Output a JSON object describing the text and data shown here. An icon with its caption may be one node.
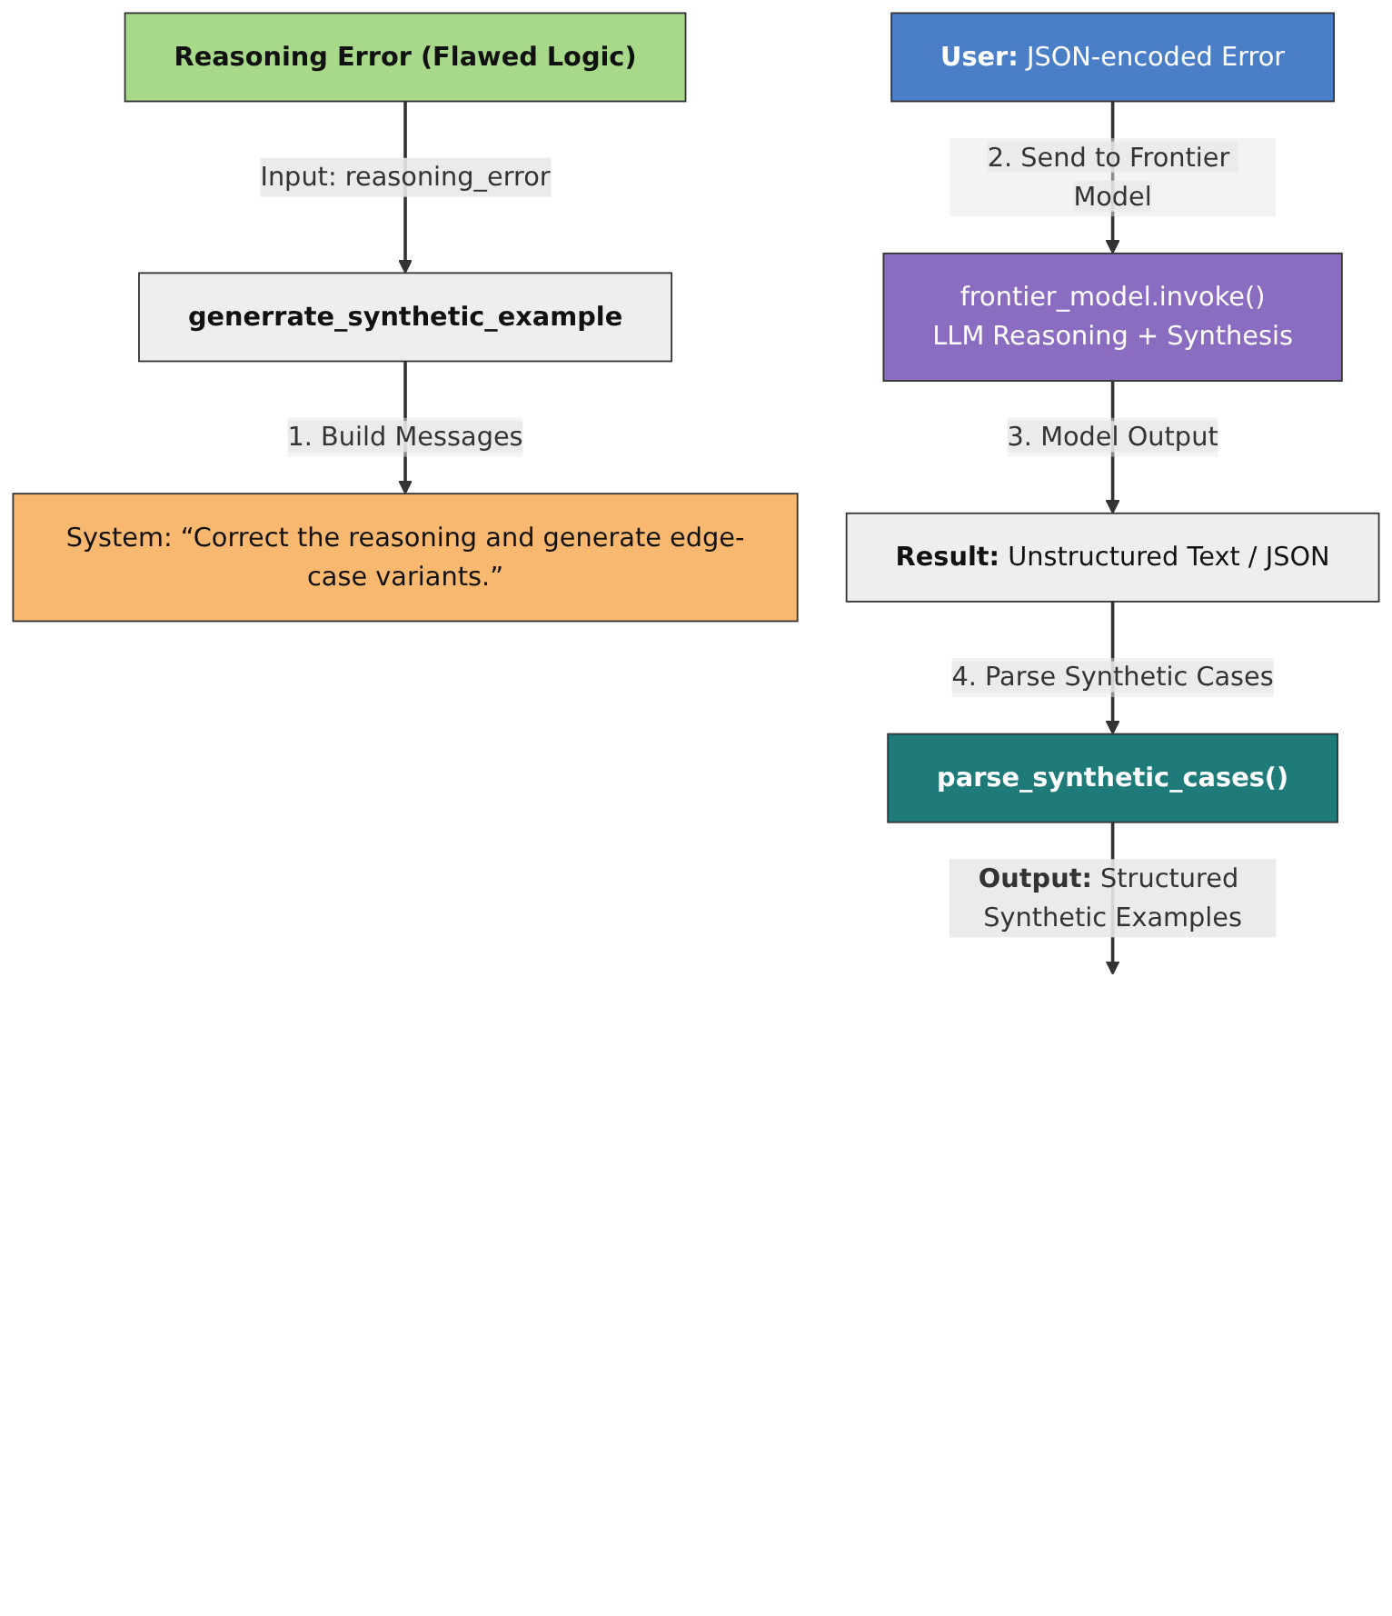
{
  "diagram": {
    "nodes": [
      {
        "text": [
          "Reasoning Error (Flawed Logic)"
        ]
      },
      {
        "text": [
          "generrate_synthetic_example"
        ]
      },
      {
        "text": [
          "System: “Correct the reasoning and generate edge-case variants.”"
        ]
      },
      {
        "text": [
          "**User:** JSON-encoded Error"
        ]
      },
      {
        "text": [
          "frontier_model.invoke()",
          "LLM Reasoning + Synthesis"
        ]
      },
      {
        "text": [
          "**Result:** Unstructured Text / JSON"
        ]
      },
      {
        "text": [
          "parse_synthetic_cases()"
        ]
      }
    ],
    "edges": [
      {
        "from": 0,
        "to": 1,
        "arrow": "to",
        "label": "Input: reasoning_error"
      },
      {
        "from": 1,
        "to": 2,
        "arrow": "to",
        "label": "1. Build Messages"
      },
      {
        "from": 3,
        "to": 4,
        "arrow": "to",
        "label": "2. Send to Frontier Model"
      },
      {
        "from": 4,
        "to": 5,
        "arrow": "to",
        "label": "3. Model Output"
      },
      {
        "from": 5,
        "to": 6,
        "arrow": "to",
        "label": "4. Parse Synthetic Cases"
      },
      {
        "from": 6,
        "to": null,
        "arrow": "to",
        "label": "**Output:** Structured Synthetic Examples"
      }
    ]
  }
}
